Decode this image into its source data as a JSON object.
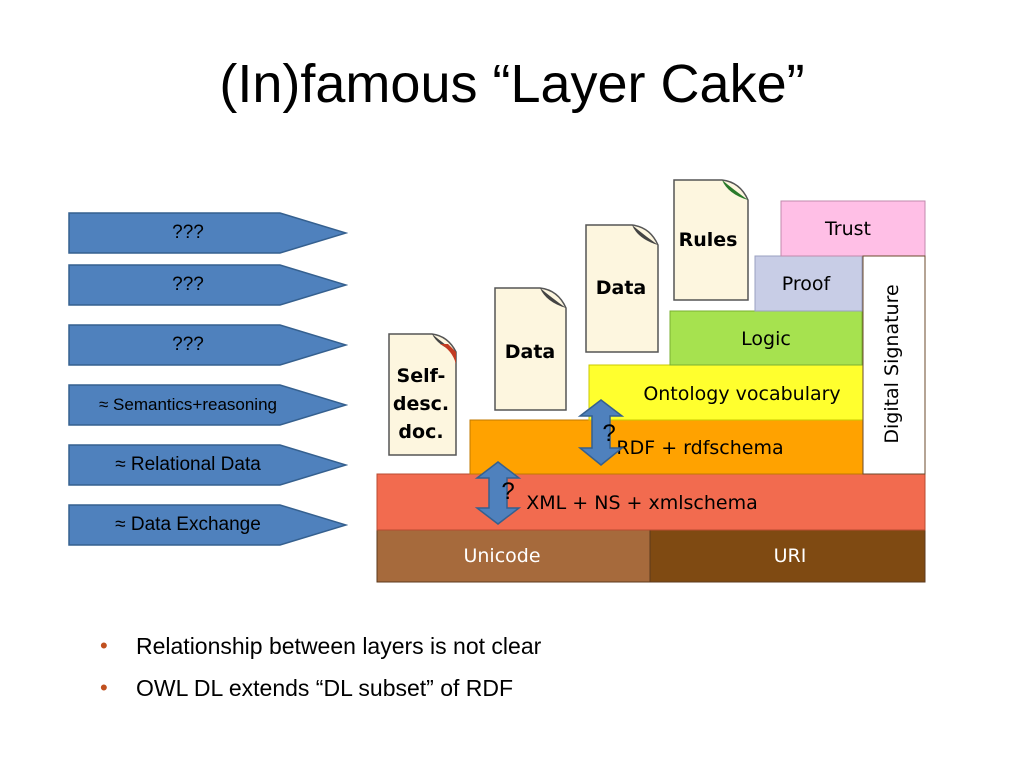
{
  "title": "(In)famous “Layer Cake”",
  "arrows": [
    {
      "label": "???"
    },
    {
      "label": "???"
    },
    {
      "label": "???"
    },
    {
      "label": "≈ Semantics+reasoning"
    },
    {
      "label": "≈ Relational Data"
    },
    {
      "label": "≈ Data Exchange"
    }
  ],
  "cake": {
    "unicode": "Unicode",
    "uri": "URI",
    "xml": "XML + NS + xmlschema",
    "rdf": "RDF + rdfschema",
    "ontology": "Ontology vocabulary",
    "logic": "Logic",
    "proof": "Proof",
    "trust": "Trust",
    "signature": "Digital Signature",
    "doc_self": [
      "Self-",
      "desc.",
      "doc."
    ],
    "doc_data1": "Data",
    "doc_data2": "Data",
    "doc_rules": "Rules",
    "question1": "?",
    "question2": "?"
  },
  "colors": {
    "arrow_fill": "#4f81bd",
    "unicode": "#a66a3c",
    "uri": "#7f4a12",
    "xml": "#f26b4f",
    "rdf": "#ffa200",
    "ontology": "#ffff2e",
    "logic": "#a6e24f",
    "proof": "#c8cde6",
    "trust": "#ffbfe6",
    "bullet": "#c0501f"
  },
  "bullets": [
    "Relationship between layers is not clear",
    "OWL DL extends “DL subset” of RDF"
  ]
}
